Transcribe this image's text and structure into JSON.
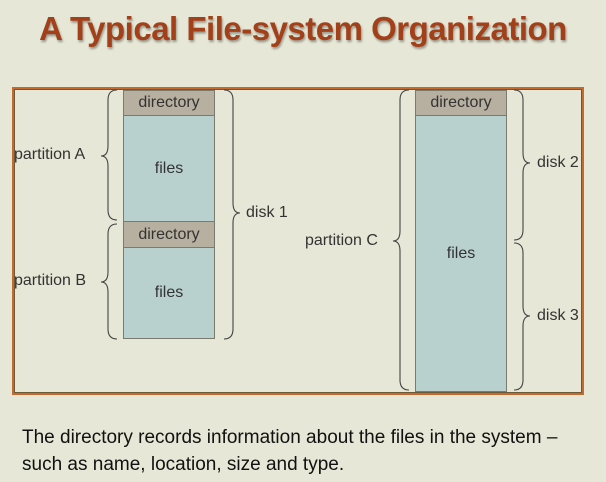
{
  "title": "A Typical File-system Organization",
  "diagram": {
    "disk1": {
      "partition_a": {
        "label": "partition A",
        "directory": "directory",
        "files": "files"
      },
      "partition_b": {
        "label": "partition B",
        "directory": "directory",
        "files": "files"
      },
      "label": "disk 1"
    },
    "partition_c": {
      "label": "partition C",
      "directory": "directory",
      "files": "files",
      "disk_top": "disk 2",
      "disk_bottom": "disk 3"
    }
  },
  "caption": "The directory records information about the files in the system – such as name, location, size and type."
}
